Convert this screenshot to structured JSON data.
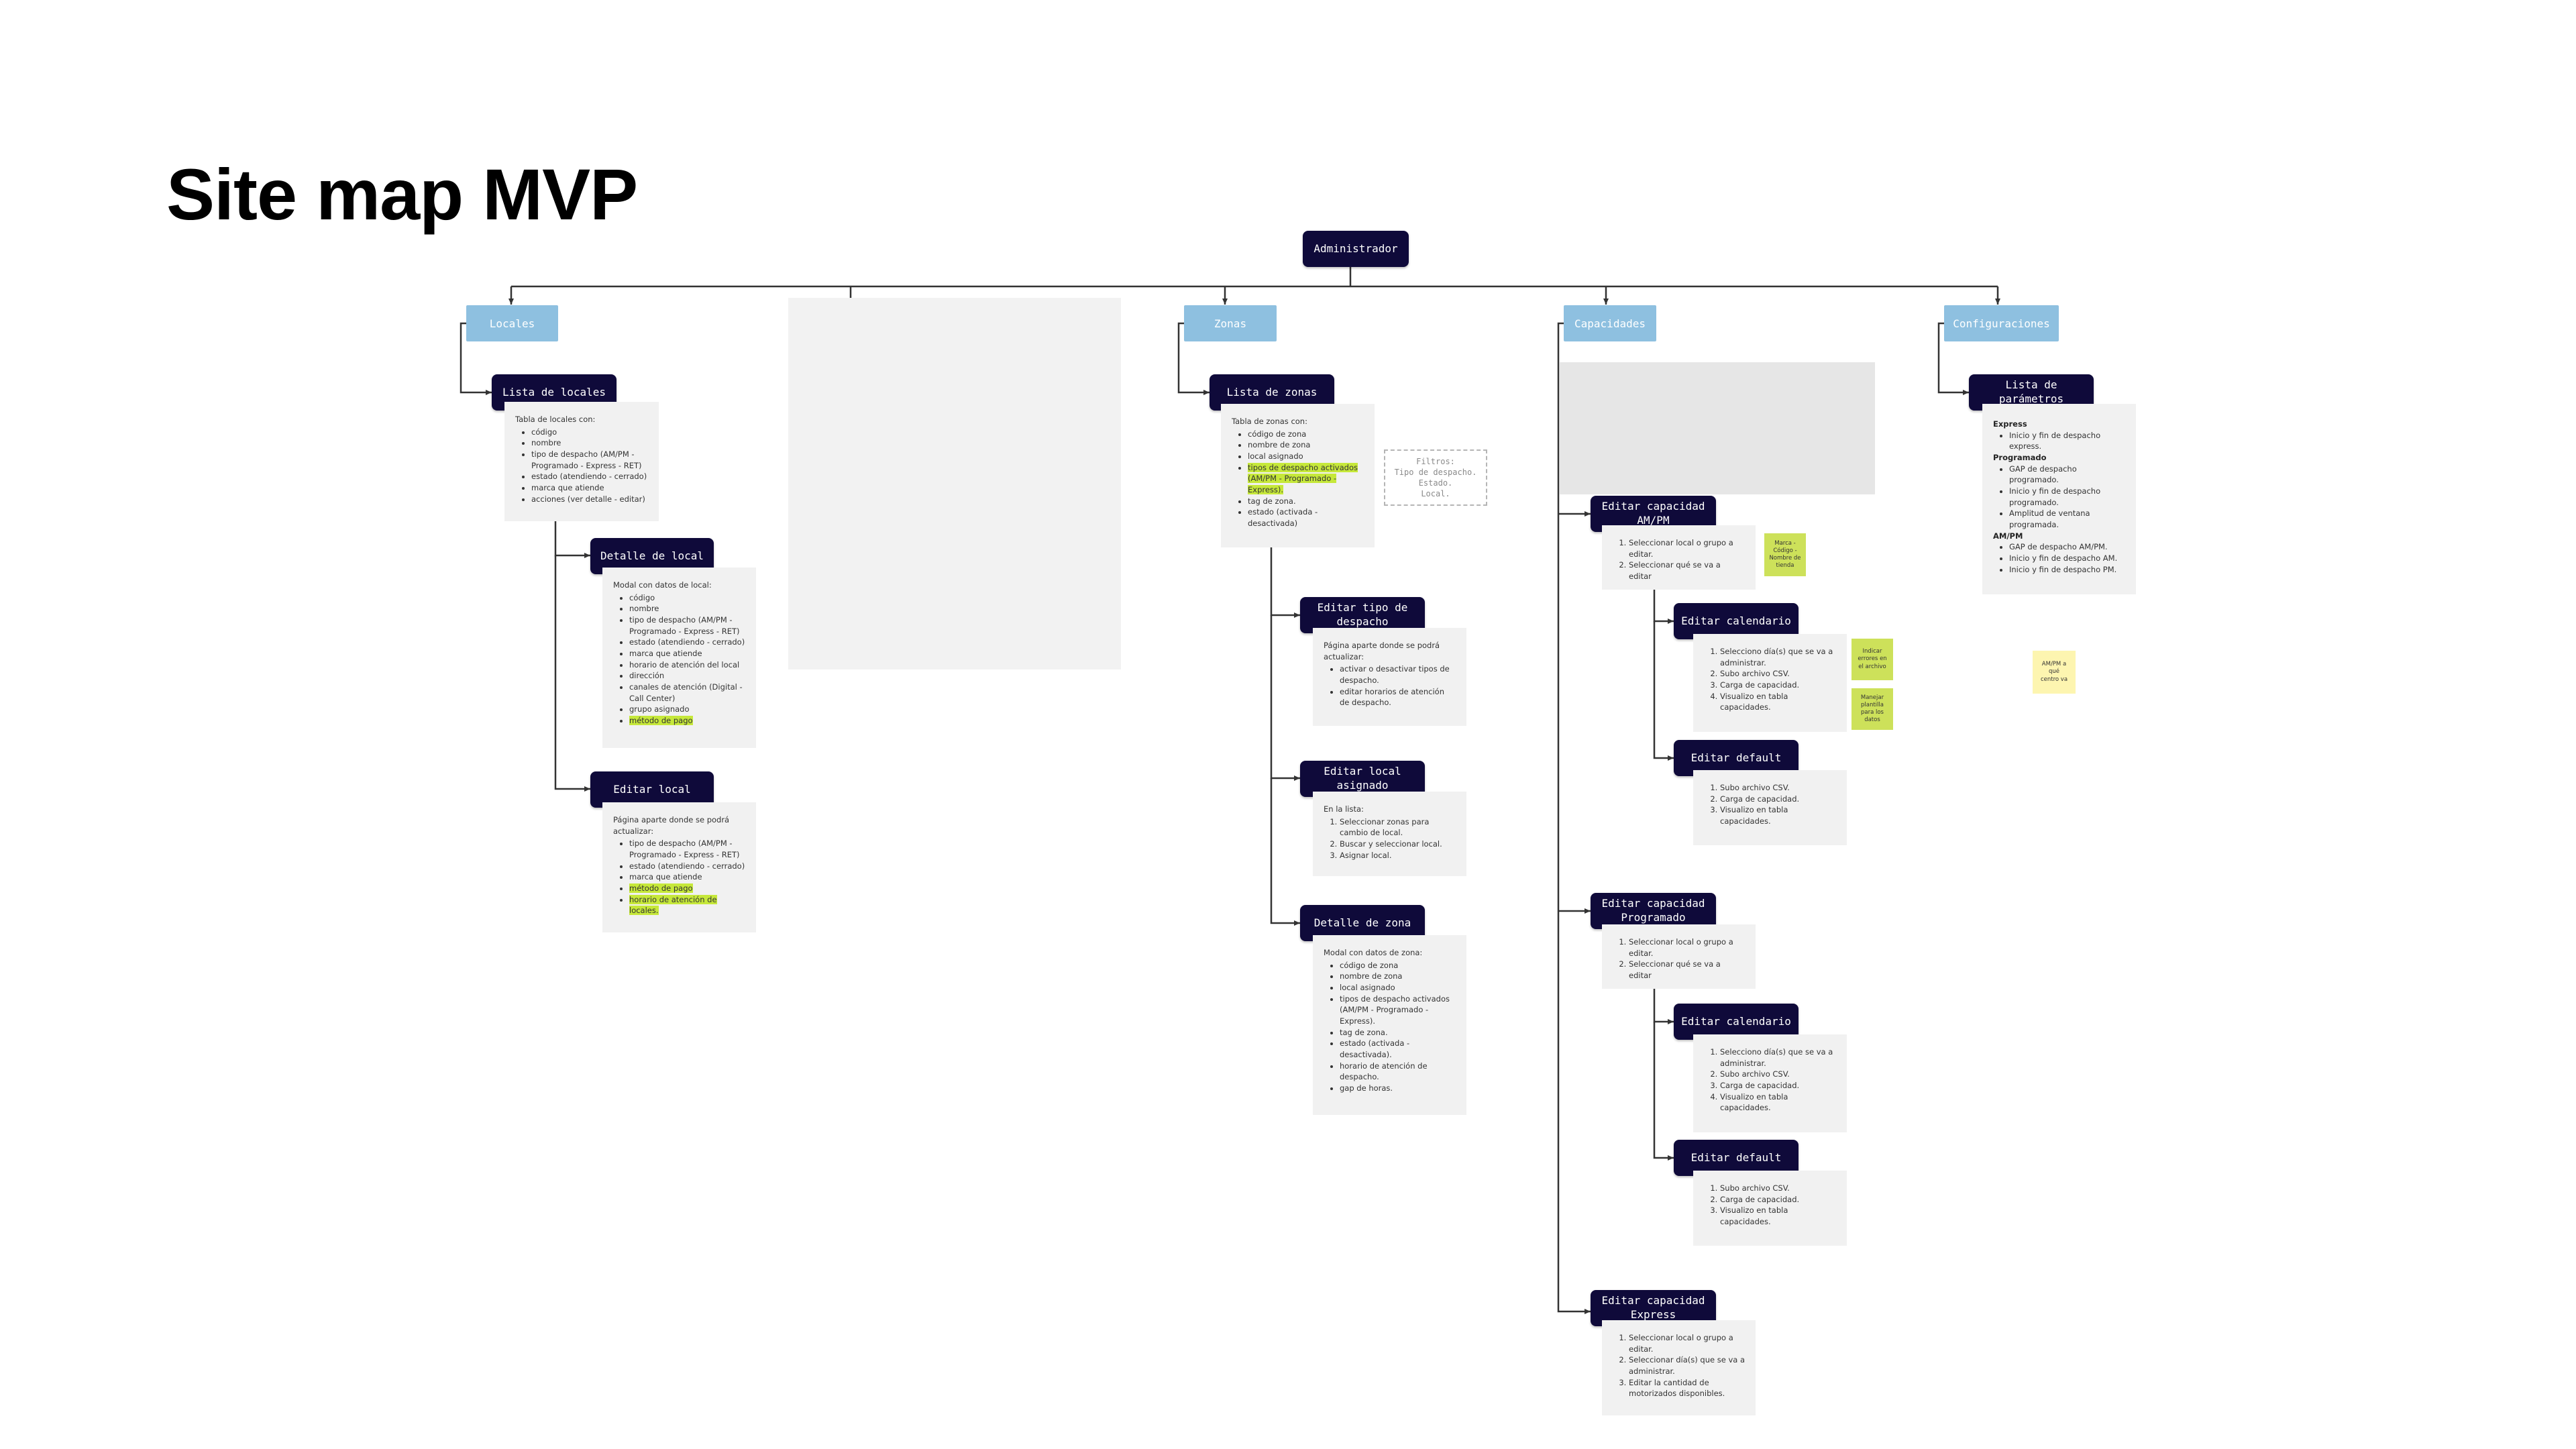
{
  "title": "Site map MVP",
  "colors": {
    "node_bg": "#0f0a3a",
    "section_bg": "#8ec0e0",
    "card_bg": "#f1f1f1",
    "highlight": "#c6e83a",
    "sticky_green": "#cde15a",
    "sticky_yellow": "#fdf5b0",
    "connector": "#333333"
  },
  "root": "Administrador",
  "sections": {
    "locales": "Locales",
    "zonas": "Zonas",
    "capacidades": "Capacidades",
    "configuraciones": "Configuraciones"
  },
  "locales": {
    "lista": {
      "label": "Lista de locales",
      "intro": "Tabla de locales con:",
      "items": [
        "código",
        "nombre",
        "tipo de despacho (AM/PM - Programado - Express - RET)",
        "estado (atendiendo - cerrado)",
        "marca que atiende",
        "acciones (ver detalle - editar)"
      ]
    },
    "detalle": {
      "label": "Detalle de local",
      "intro": "Modal con datos de local:",
      "items": [
        "código",
        "nombre",
        "tipo de despacho (AM/PM - Programado - Express - RET)",
        "estado (atendiendo - cerrado)",
        "marca que atiende",
        "horario de atención del local",
        "dirección",
        "canales de atención (Digital - Call Center)",
        "grupo asignado",
        "método de pago"
      ]
    },
    "editar": {
      "label": "Editar local",
      "intro": "Página aparte donde se podrá actualizar:",
      "items": [
        "tipo de despacho (AM/PM - Programado - Express - RET)",
        "estado (atendiendo - cerrado)",
        "marca que atiende",
        "método de pago",
        "horario de atención de locales."
      ]
    }
  },
  "zonas": {
    "lista": {
      "label": "Lista de zonas",
      "intro": "Tabla de zonas con:",
      "items": [
        "código de zona",
        "nombre de zona",
        "local asignado",
        "tipos de despacho activados (AM/PM - Programado - Express).",
        "tag de zona.",
        "estado (activada - desactivada)"
      ]
    },
    "filter": "Filtros:\nTipo de despacho.\nEstado.\nLocal.",
    "editar_tipo": {
      "label": "Editar tipo de\ndespacho",
      "intro": "Página aparte donde se podrá actualizar:",
      "items": [
        "activar o desactivar tipos de despacho.",
        "editar horarios de atención de despacho."
      ]
    },
    "editar_local": {
      "label": "Editar local\nasignado",
      "intro": "En la lista:",
      "items": [
        "Seleccionar zonas para cambio de local.",
        "Buscar y seleccionar local.",
        "Asignar local."
      ]
    },
    "detalle": {
      "label": "Detalle de zona",
      "intro": "Modal con datos de zona:",
      "items": [
        "código de zona",
        "nombre de zona",
        "local asignado",
        "tipos de despacho activados (AM/PM - Programado - Express).",
        "tag de zona.",
        "estado (activada - desactivada).",
        "horario de atención de despacho.",
        "gap de horas."
      ]
    }
  },
  "capacidades": {
    "ampm": {
      "label": "Editar capacidad\nAM/PM",
      "items": [
        "Seleccionar local o grupo a editar.",
        "Seleccionar qué se va a editar"
      ],
      "sticky": "Marca -\nCódigo -\nNombre de\ntienda",
      "calendario": {
        "label": "Editar calendario",
        "items": [
          "Selecciono día(s) que se va a administrar.",
          "Subo archivo CSV.",
          "Carga de capacidad.",
          "Visualizo en tabla capacidades."
        ],
        "sticky1": "Indicar\nerrores en\nel archivo",
        "sticky2": "Manejar\nplantilla\npara los\ndatos"
      },
      "default": {
        "label": "Editar default",
        "items": [
          "Subo archivo CSV.",
          "Carga de capacidad.",
          "Visualizo en tabla capacidades."
        ]
      }
    },
    "programado": {
      "label": "Editar capacidad\nProgramado",
      "items": [
        "Seleccionar local o grupo a editar.",
        "Seleccionar qué se va a editar"
      ],
      "calendario": {
        "label": "Editar calendario",
        "items": [
          "Selecciono día(s) que se va a administrar.",
          "Subo archivo CSV.",
          "Carga de capacidad.",
          "Visualizo en tabla capacidades."
        ]
      },
      "default": {
        "label": "Editar default",
        "items": [
          "Subo archivo CSV.",
          "Carga de capacidad.",
          "Visualizo en tabla capacidades."
        ]
      }
    },
    "express": {
      "label": "Editar capacidad\nExpress",
      "items": [
        "Seleccionar local o grupo a editar.",
        "Seleccionar día(s) que se va a administrar.",
        "Editar la cantidad de motorizados disponibles."
      ]
    }
  },
  "configuraciones": {
    "lista": {
      "label": "Lista de parámetros",
      "groups": [
        {
          "title": "Express",
          "items": [
            "Inicio y fin de despacho express."
          ]
        },
        {
          "title": "Programado",
          "items": [
            "GAP de despacho programado.",
            "Inicio y fin de despacho programado.",
            "Amplitud de ventana programada."
          ]
        },
        {
          "title": "AM/PM",
          "items": [
            "GAP de despacho AM/PM.",
            "Inicio y fin de despacho AM.",
            "Inicio y fin de despacho PM."
          ]
        }
      ]
    },
    "sticky": "AM/PM a\nqué\ncentro va"
  }
}
